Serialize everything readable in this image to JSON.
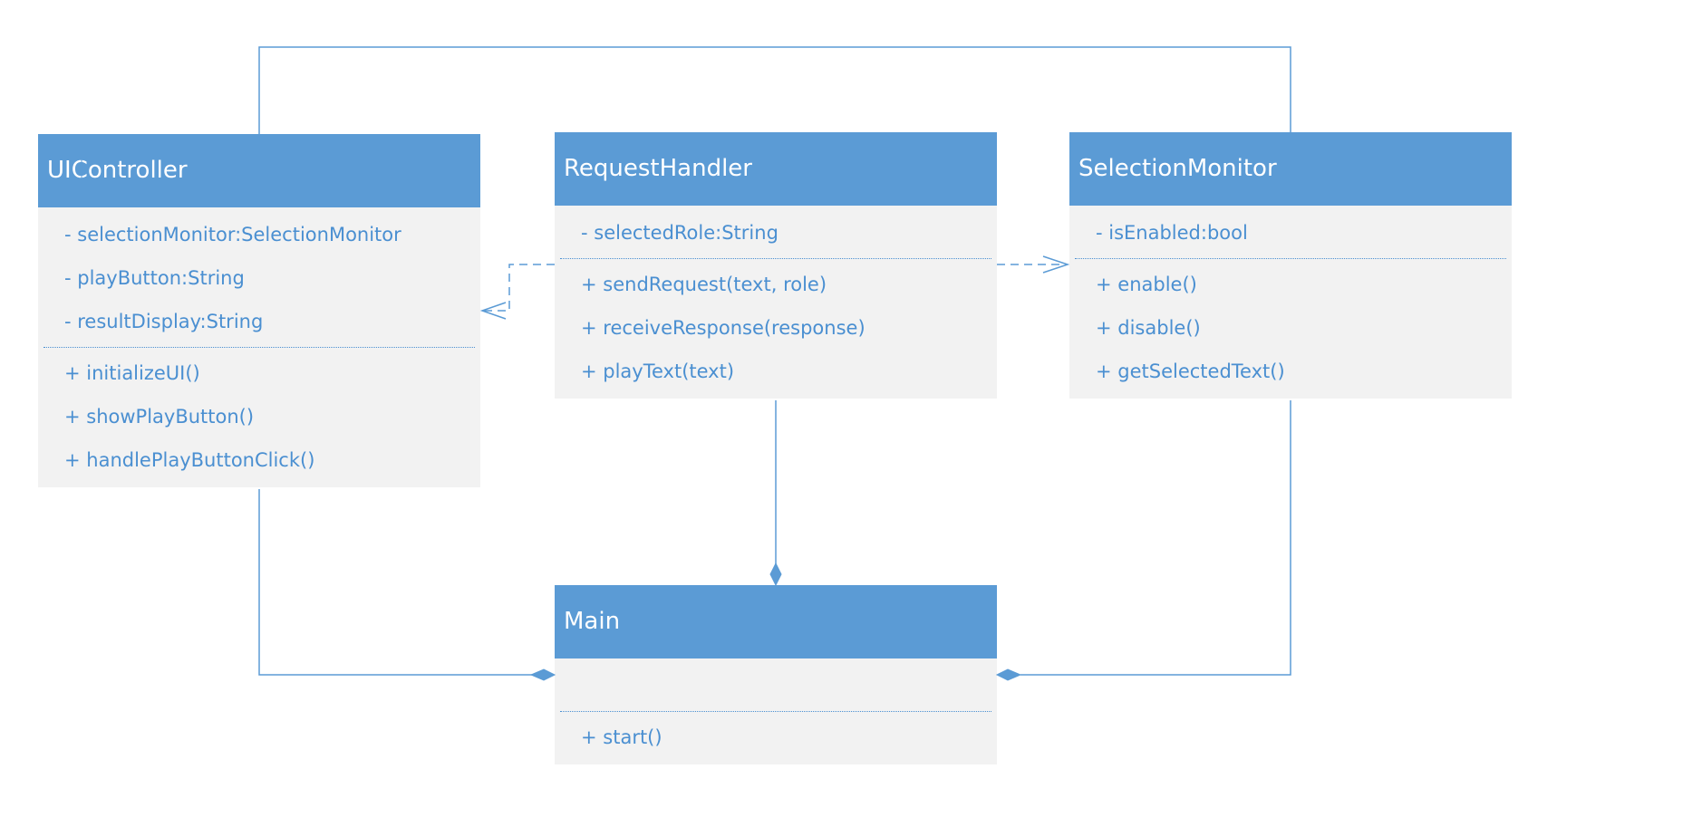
{
  "diagram": {
    "colors": {
      "header": "#5b9bd5",
      "body": "#f2f2f2",
      "member_text": "#4a8fd1",
      "line": "#5b9bd5"
    },
    "classes": {
      "uicontroller": {
        "name": "UIController",
        "attributes": [
          "- selectionMonitor:SelectionMonitor",
          "- playButton:String",
          "- resultDisplay:String"
        ],
        "methods": [
          "+ initializeUI()",
          "+ showPlayButton()",
          "+ handlePlayButtonClick()"
        ]
      },
      "requesthandler": {
        "name": "RequestHandler",
        "attributes": [
          "- selectedRole:String"
        ],
        "methods": [
          "+ sendRequest(text, role)",
          "+ receiveResponse(response)",
          "+ playText(text)"
        ]
      },
      "selectionmonitor": {
        "name": "SelectionMonitor",
        "attributes": [
          "- isEnabled:bool"
        ],
        "methods": [
          "+ enable()",
          "+ disable()",
          "+ getSelectedText()"
        ]
      },
      "main": {
        "name": "Main",
        "attributes": [],
        "methods": [
          "+ start()"
        ]
      }
    },
    "relationships": [
      {
        "from": "RequestHandler",
        "to": "UIController",
        "type": "dependency"
      },
      {
        "from": "RequestHandler",
        "to": "SelectionMonitor",
        "type": "dependency"
      },
      {
        "from": "UIController",
        "to": "SelectionMonitor",
        "type": "association"
      },
      {
        "from": "UIController",
        "to": "Main",
        "type": "composition"
      },
      {
        "from": "RequestHandler",
        "to": "Main",
        "type": "composition"
      },
      {
        "from": "SelectionMonitor",
        "to": "Main",
        "type": "composition"
      }
    ]
  }
}
